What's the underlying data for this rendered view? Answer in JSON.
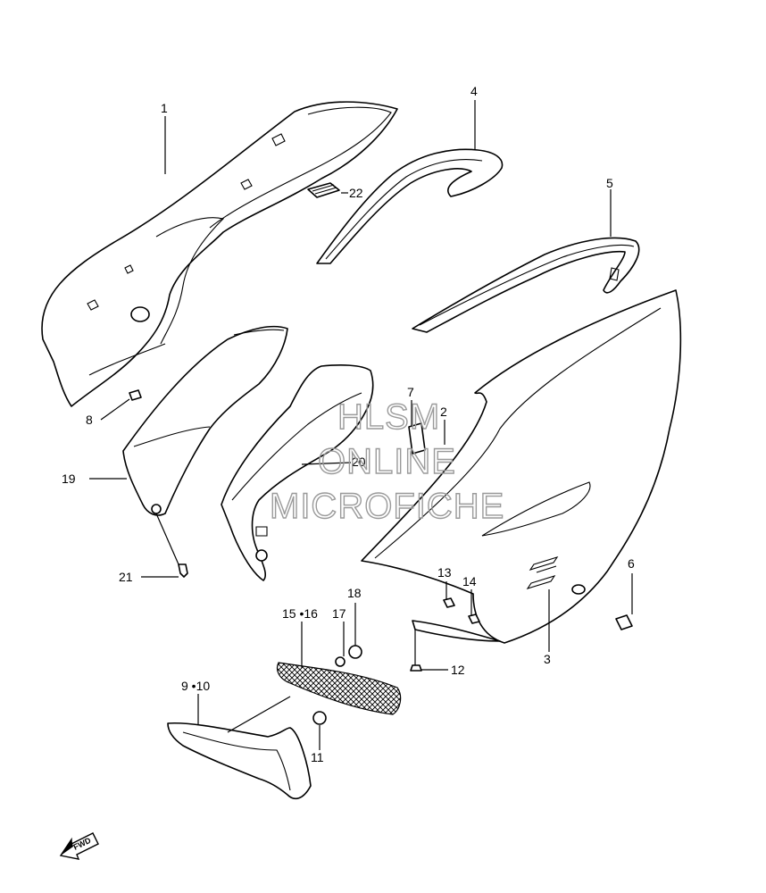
{
  "watermark": {
    "line1": "HLSM",
    "line2": "ONLINE",
    "line3": "MICROFICHE"
  },
  "callouts": {
    "p1": "1",
    "p3": "3",
    "p4": "4",
    "p5": "5",
    "p6": "6",
    "p7": "7",
    "p8": "8",
    "p9_10": "9 •10",
    "p11": "11",
    "p12": "12",
    "p13": "13",
    "p14": "14",
    "p15_16": "15 •16",
    "p17": "17",
    "p18": "18",
    "p19": "19",
    "p20": "20",
    "p21": "21",
    "p22": "22",
    "p2": "2"
  },
  "fwd_indicator": "FWD"
}
